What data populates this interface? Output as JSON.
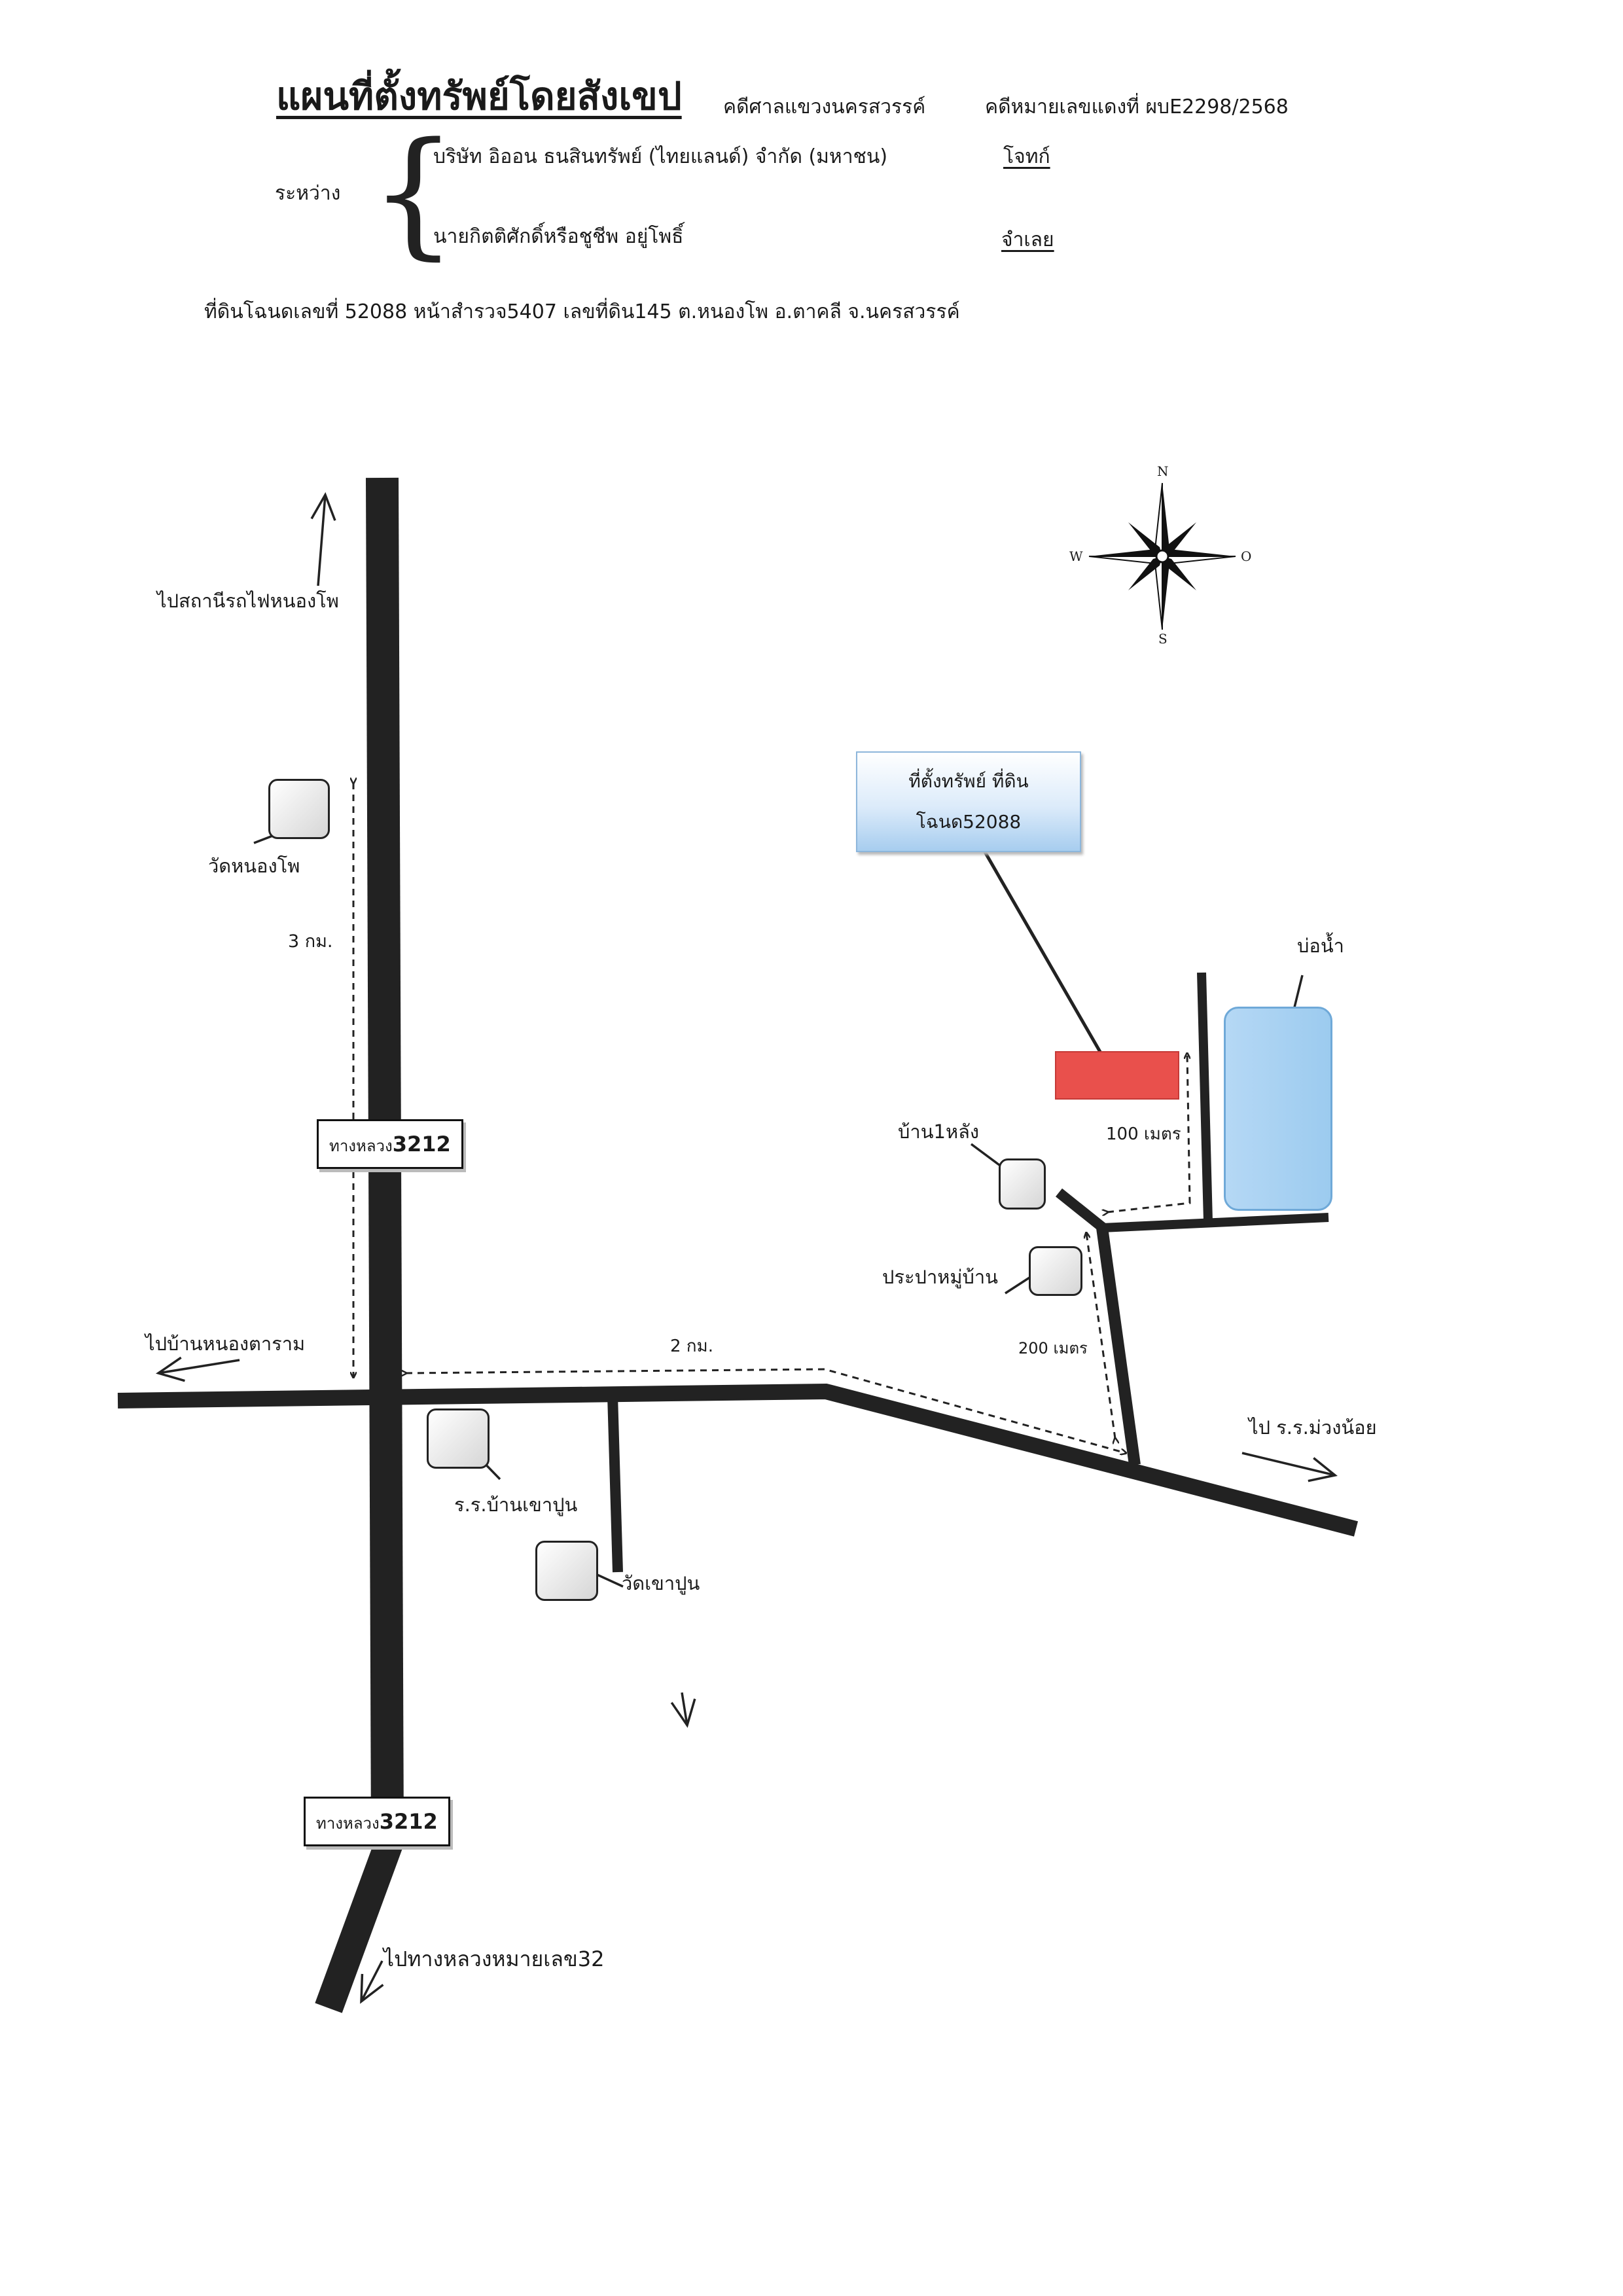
{
  "header": {
    "title": "แผนที่ตั้งทรัพย์โดยสังเขป",
    "court": "คดีศาลแขวงนครสวรรค์",
    "case_number": "คดีหมายเลขแดงที่ ผบE2298/2568",
    "between_label": "ระหว่าง",
    "plaintiff_name": "บริษัท อิออน ธนสินทรัพย์ (ไทยแลนด์) จำกัด (มหาชน)",
    "plaintiff_role": "โจทก์",
    "defendant_name": "นายกิตติศักดิ์หรือชูชีพ อยู่โพธิ์",
    "defendant_role": "จำเลย",
    "land_info": "ที่ดินโฉนดเลขที่ 52088 หน้าสำรวจ5407 เลขที่ดิน145 ต.หนองโพ อ.ตาคลี จ.นครสวรรค์"
  },
  "compass": {
    "north": "N",
    "south": "S",
    "west": "W",
    "east": "O"
  },
  "property": {
    "label_line1": "ที่ตั้งทรัพย์ ที่ดิน",
    "label_line2": "โฉนด52088",
    "plot_color": "#e9504c"
  },
  "road_signs": {
    "north": {
      "prefix": "ทางหลวง",
      "number": "3212"
    },
    "south": {
      "prefix": "ทางหลวง",
      "number": "3212"
    }
  },
  "labels": {
    "to_train_station": "ไปสถานีรถไฟหนองโพ",
    "wat_nong_pho": "วัดหนองโพ",
    "distance_3km": "3 กม.",
    "to_ban_nong_taram": "ไปบ้านหนองตาราม",
    "distance_2km": "2 กม.",
    "school_ban_khao_pun": "ร.ร.บ้านเขาปูน",
    "wat_khao_pun": "วัดเขาปูน",
    "to_highway_32": "ไปทางหลวงหมายเลข32",
    "one_house": "บ้าน1หลัง",
    "village_water_supply": "ประปาหมู่บ้าน",
    "distance_100m": "100 เมตร",
    "distance_200m": "200 เมตร",
    "pond": "บ่อน้ำ",
    "to_school_muang_noi": "ไป ร.ร.ม่วงน้อย"
  },
  "colors": {
    "road": "#222222",
    "pond": "#a9d2f3",
    "label_box": "#bcd9f2",
    "plot": "#e9504c"
  }
}
